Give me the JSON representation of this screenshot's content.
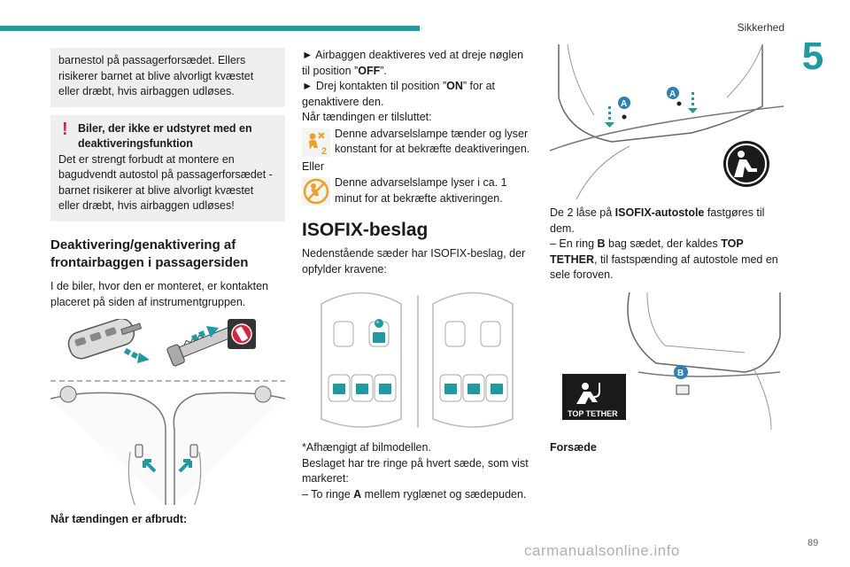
{
  "header": {
    "section": "Sikkerhed",
    "chapter": "5",
    "page_number": "89"
  },
  "col1": {
    "box1_text": "barnestol på passagerforsædet. Ellers risikerer barnet at blive alvorligt kvæstet eller dræbt, hvis airbaggen udløses.",
    "box2_title": "Biler, der ikke er udstyret med en deaktiveringsfunktion",
    "box2_text": "Det er strengt forbudt at montere en bagudvendt autostol på passagerforsædet - barnet risikerer at blive alvorligt kvæstet eller dræbt, hvis airbaggen udløses!",
    "heading": "Deaktivering/genaktivering af frontairbaggen i passagersiden",
    "intro": "I de biler, hvor den er monteret, er kontakten placeret på siden af instrumentgruppen.",
    "caption": "Når tændingen er afbrudt:"
  },
  "col2": {
    "step1": "► Airbaggen deaktiveres ved at dreje nøglen til position ”OFF”.",
    "step1_pre": "► Airbaggen deaktiveres ved at dreje nøglen til position ”",
    "step1_bold": "OFF",
    "step1_post": "”.",
    "step2_pre": "► Drej kontakten til position ”",
    "step2_bold": "ON",
    "step2_post": "” for at genaktivere den.",
    "when_on": "Når tændingen er tilsluttet:",
    "lamp1_text": "Denne advarselslampe tænder og lyser konstant for at bekræfte deaktiveringen.",
    "or": "Eller",
    "lamp2_text": "Denne advarselslampe lyser i ca. 1 minut for at bekræfte aktiveringen.",
    "isofix_title": "ISOFIX-beslag",
    "isofix_intro": "Nedenstående sæder har ISOFIX-beslag, der opfylder kravene:",
    "footnote": "*Afhængigt af bilmodellen.",
    "rings_text": "Beslaget har tre ringe på hvert sæde, som vist markeret:",
    "ring_a_pre": "–  To ringe ",
    "ring_a_bold": "A",
    "ring_a_post": " mellem ryglænet og sædepuden."
  },
  "col3": {
    "locks_pre": "De 2 låse på ",
    "locks_bold": "ISOFIX-autostole",
    "locks_post": " fastgøres til dem.",
    "ring_b_pre": "–  En ring ",
    "ring_b_bold": "B",
    "ring_b_mid": " bag sædet, der kaldes ",
    "ring_b_bold2": "TOP TETHER",
    "ring_b_post": ", til fastspænding af autostole med en sele foroven.",
    "top_tether_label": "TOP TETHER",
    "marker_a": "A",
    "marker_b": "B",
    "caption": "Forsæde"
  },
  "diagram": {
    "star": "*"
  },
  "watermark": "carmanualsonline.info",
  "colors": {
    "accent": "#1f9aa3",
    "warning_red": "#e0203a",
    "lamp_orange": "#f0a020",
    "marker_blue": "#2f7fb8"
  }
}
